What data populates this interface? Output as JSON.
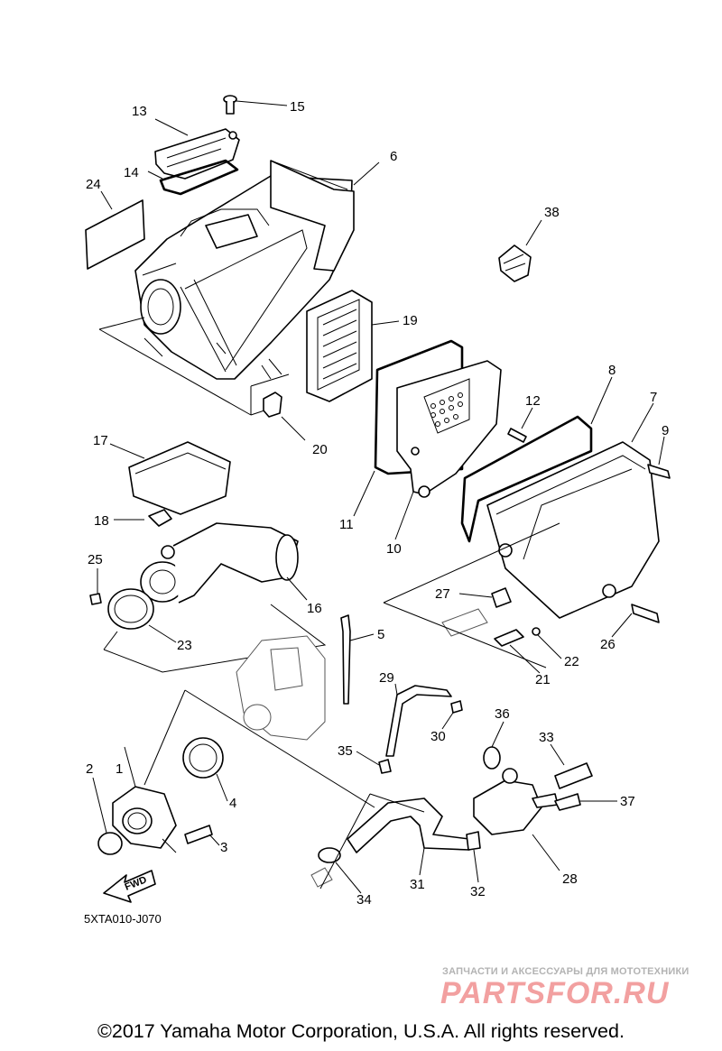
{
  "diagram": {
    "callouts": [
      "1",
      "2",
      "3",
      "4",
      "5",
      "6",
      "7",
      "8",
      "9",
      "10",
      "11",
      "12",
      "13",
      "14",
      "15",
      "16",
      "17",
      "18",
      "19",
      "20",
      "21",
      "22",
      "23",
      "24",
      "25",
      "26",
      "27",
      "28",
      "29",
      "30",
      "31",
      "32",
      "33",
      "34",
      "35",
      "36",
      "37",
      "38"
    ],
    "direction_label": "FWD",
    "diagram_code": "5XTA010-J070"
  },
  "watermark": {
    "subtitle": "ЗАПЧАСТИ И АКСЕССУАРЫ ДЛЯ МОТОТЕХНИКИ",
    "logo": "PARTSFOR.RU",
    "logo_color": "#f2a0a0"
  },
  "footer": {
    "copyright": "©2017 Yamaha Motor Corporation, U.S.A. All rights reserved."
  }
}
